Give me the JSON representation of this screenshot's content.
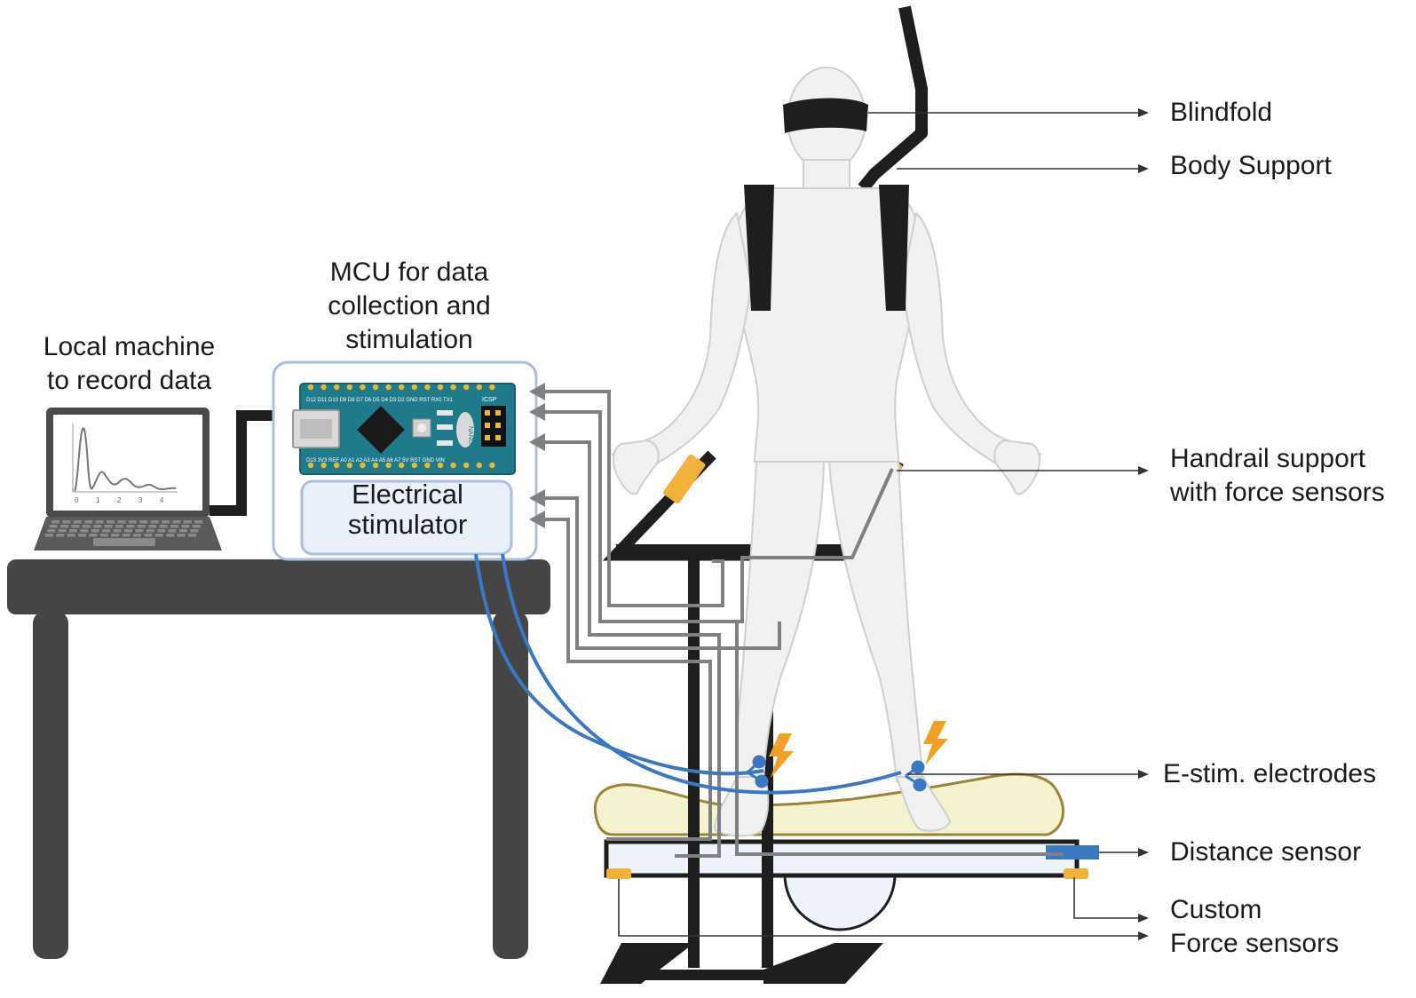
{
  "labels": {
    "local_machine": [
      "Local machine",
      "to record data"
    ],
    "mcu": [
      "MCU for data",
      "collection and",
      "stimulation"
    ],
    "stimulator": [
      "Electrical",
      "stimulator"
    ],
    "blindfold": "Blindfold",
    "body_support": "Body Support",
    "handrail": [
      "Handrail support",
      "with force sensors"
    ],
    "estim": "E-stim. electrodes",
    "distance": "Distance sensor",
    "force": [
      "Custom",
      "Force sensors"
    ]
  },
  "chip_markings": {
    "top_pins": "D12 D11 D10 D9 D8 D7 D6 D5 D4 D3 D2 GND RST RX0 TX1",
    "bottom_pins": "D13 3V3 REF A0 A1 A2 A3 A4 A5 A6 A7 5V RST GND VIN",
    "icsp": "ICSP",
    "nano": "NANO"
  },
  "plot_ticks": [
    "0",
    "1",
    "2",
    "3",
    "4"
  ],
  "colors": {
    "blue_wire": "#3a78c2",
    "gray_wire": "#808080",
    "frame": "#1e1e1e",
    "orange": "#f0b23a",
    "foam": "#f5f2d0",
    "board": "#1f7a8c",
    "panel_border": "#a9bfdc"
  }
}
